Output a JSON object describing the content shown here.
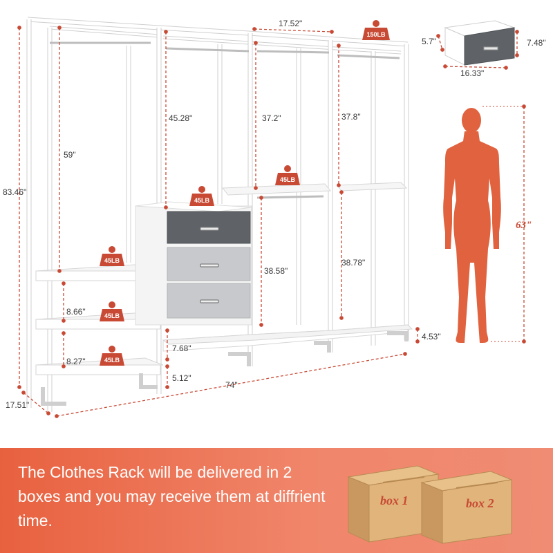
{
  "product": {
    "dimensions": {
      "total_height": "83.46\"",
      "depth": "17.51\"",
      "total_width": "74\"",
      "top_section_width": "17.52\"",
      "left_hanging_height": "59\"",
      "drawer_tower_clearance": "45.28\"",
      "middle_upper_height": "37.2\"",
      "middle_lower_height": "38.58\"",
      "right_upper_height": "37.8\"",
      "right_lower_height": "38.78\"",
      "left_shelf_gap_upper": "8.66\"",
      "left_shelf_gap_lower": "8.27\"",
      "drawer_base_gap": "7.68\"",
      "bottom_clearance": "5.12\"",
      "right_bottom_clearance": "4.53\""
    },
    "weights": {
      "top_shelf": "150LB",
      "middle_shelf": "45LB",
      "drawer_top": "45LB",
      "left_shelf_1": "45LB",
      "left_shelf_2": "45LB",
      "left_shelf_3": "45LB"
    },
    "drawer": {
      "height": "5.7\"",
      "depth": "7.48\"",
      "width": "16.33\""
    },
    "person_height": "63\""
  },
  "delivery": {
    "notice": "The Clothes Rack will be delivered in 2 boxes and you may receive them at diffrient time.",
    "box_1": "box 1",
    "box_2": "box 2"
  },
  "colors": {
    "accent": "#c84a35",
    "banner_start": "#e8613f",
    "banner_end": "#ef8c73",
    "frame": "#ffffff",
    "drawer_dark": "#5f6367",
    "drawer_light": "#c7c9cc",
    "cardboard": "#e0b47a"
  }
}
